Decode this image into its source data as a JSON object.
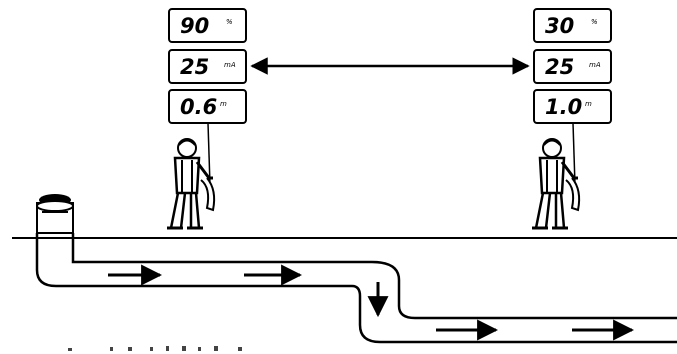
{
  "locator_left": {
    "readings": [
      {
        "value": "90",
        "unit": "%"
      },
      {
        "value": "25",
        "unit": "mA"
      },
      {
        "value": "0.6",
        "unit": "m"
      }
    ]
  },
  "locator_right": {
    "readings": [
      {
        "value": "30",
        "unit": "%"
      },
      {
        "value": "25",
        "unit": "mA"
      },
      {
        "value": "1.0",
        "unit": "m"
      }
    ]
  },
  "icons": {
    "compare_arrow": "double-headed-arrow-icon",
    "operator": "operator-icon",
    "flow": "flow-arrow-icon",
    "wellhead": "wellhead-icon"
  }
}
